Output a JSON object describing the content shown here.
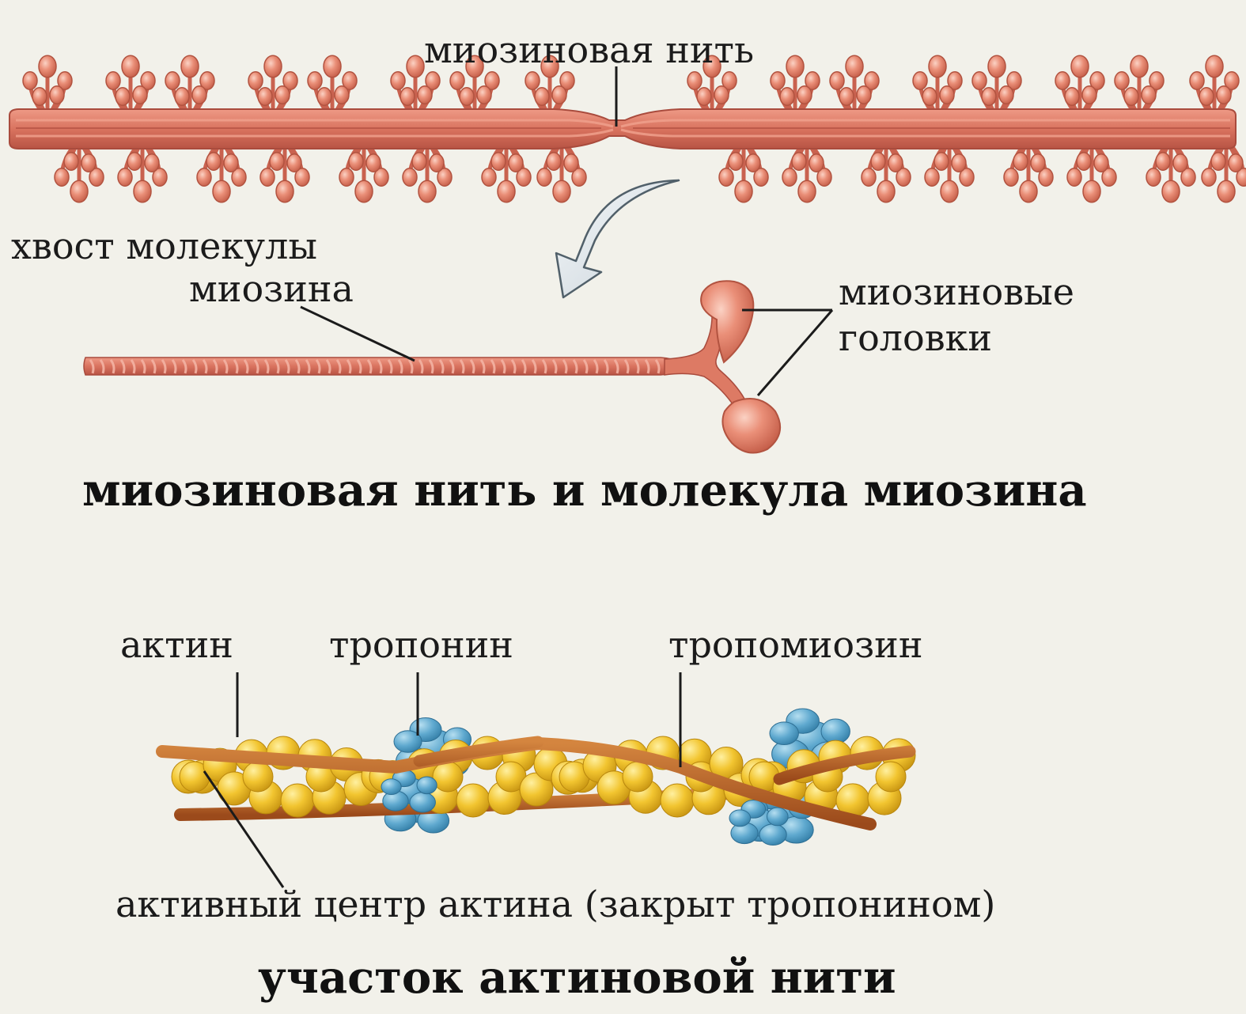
{
  "myosin": {
    "filament_label": "миозиновая нить",
    "tail_label_line1": "хвост молекулы",
    "tail_label_line2": "миозина",
    "heads_label_line1": "миозиновые",
    "heads_label_line2": "головки",
    "caption": "миозиновая нить и молекула миозина"
  },
  "actin": {
    "actin_label": "актин",
    "troponin_label": "тропонин",
    "tropomyosin_label": "тропомиозин",
    "active_site_label": "активный центр актина (закрыт тропонином)",
    "caption": "участок актиновой нити"
  },
  "colors": {
    "background": "#f2f1ea",
    "myosin_body": "#d9735f",
    "myosin_dark": "#b85444",
    "myosin_light": "#ee9a86",
    "actin_bead": "#f2c530",
    "actin_bead_dark": "#c89512",
    "tropomyosin": "#b55a24",
    "tropomyosin_light": "#d4853f",
    "troponin": "#4d9fc7",
    "troponin_light": "#84c4e0",
    "arrow_fill": "#e6ebef",
    "arrow_stroke": "#51606a",
    "leader_line": "#1b1b1b"
  }
}
